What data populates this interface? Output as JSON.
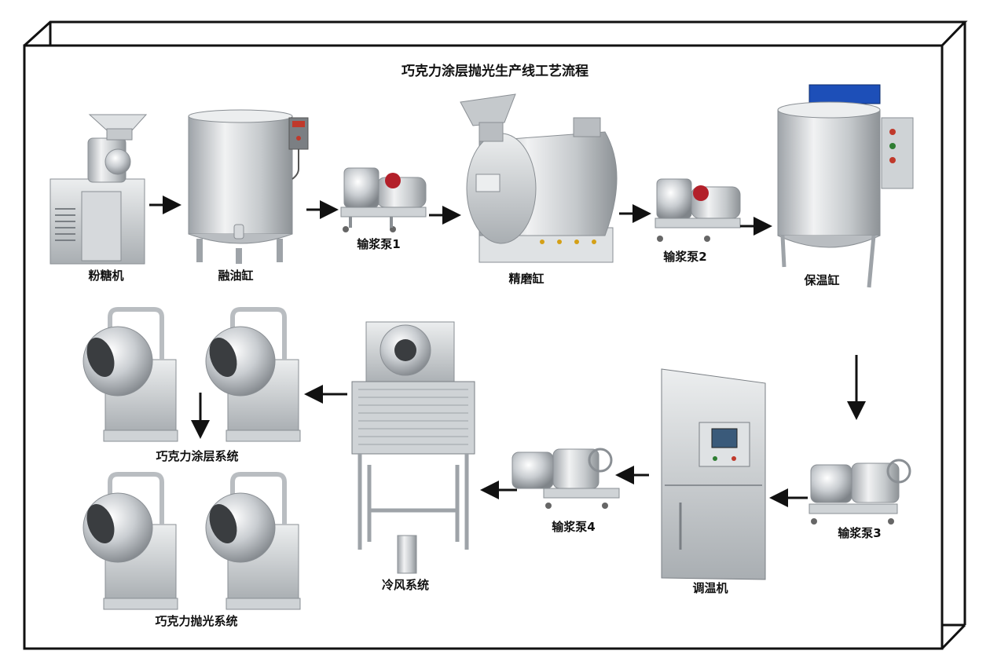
{
  "title": "巧克力涂层抛光生产线工艺流程",
  "labels": {
    "sugar_mill": "粉糖机",
    "oil_melting_tank": "融油缸",
    "pump1": "输浆泵1",
    "refiner": "精磨缸",
    "pump2": "输浆泵2",
    "holding_tank": "保温缸",
    "pump3": "输浆泵3",
    "tempering_machine": "调温机",
    "pump4": "输浆泵4",
    "cooling_system": "冷风系统",
    "coating_system": "巧克力涂层系统",
    "polishing_system": "巧克力抛光系统"
  },
  "colors": {
    "frame": "#111111",
    "steel_light": "#e6e8ea",
    "steel_mid": "#b9bdc1",
    "steel_dark": "#8a8f94",
    "motor_blue": "#1d4fb8",
    "arrow": "#111111"
  }
}
